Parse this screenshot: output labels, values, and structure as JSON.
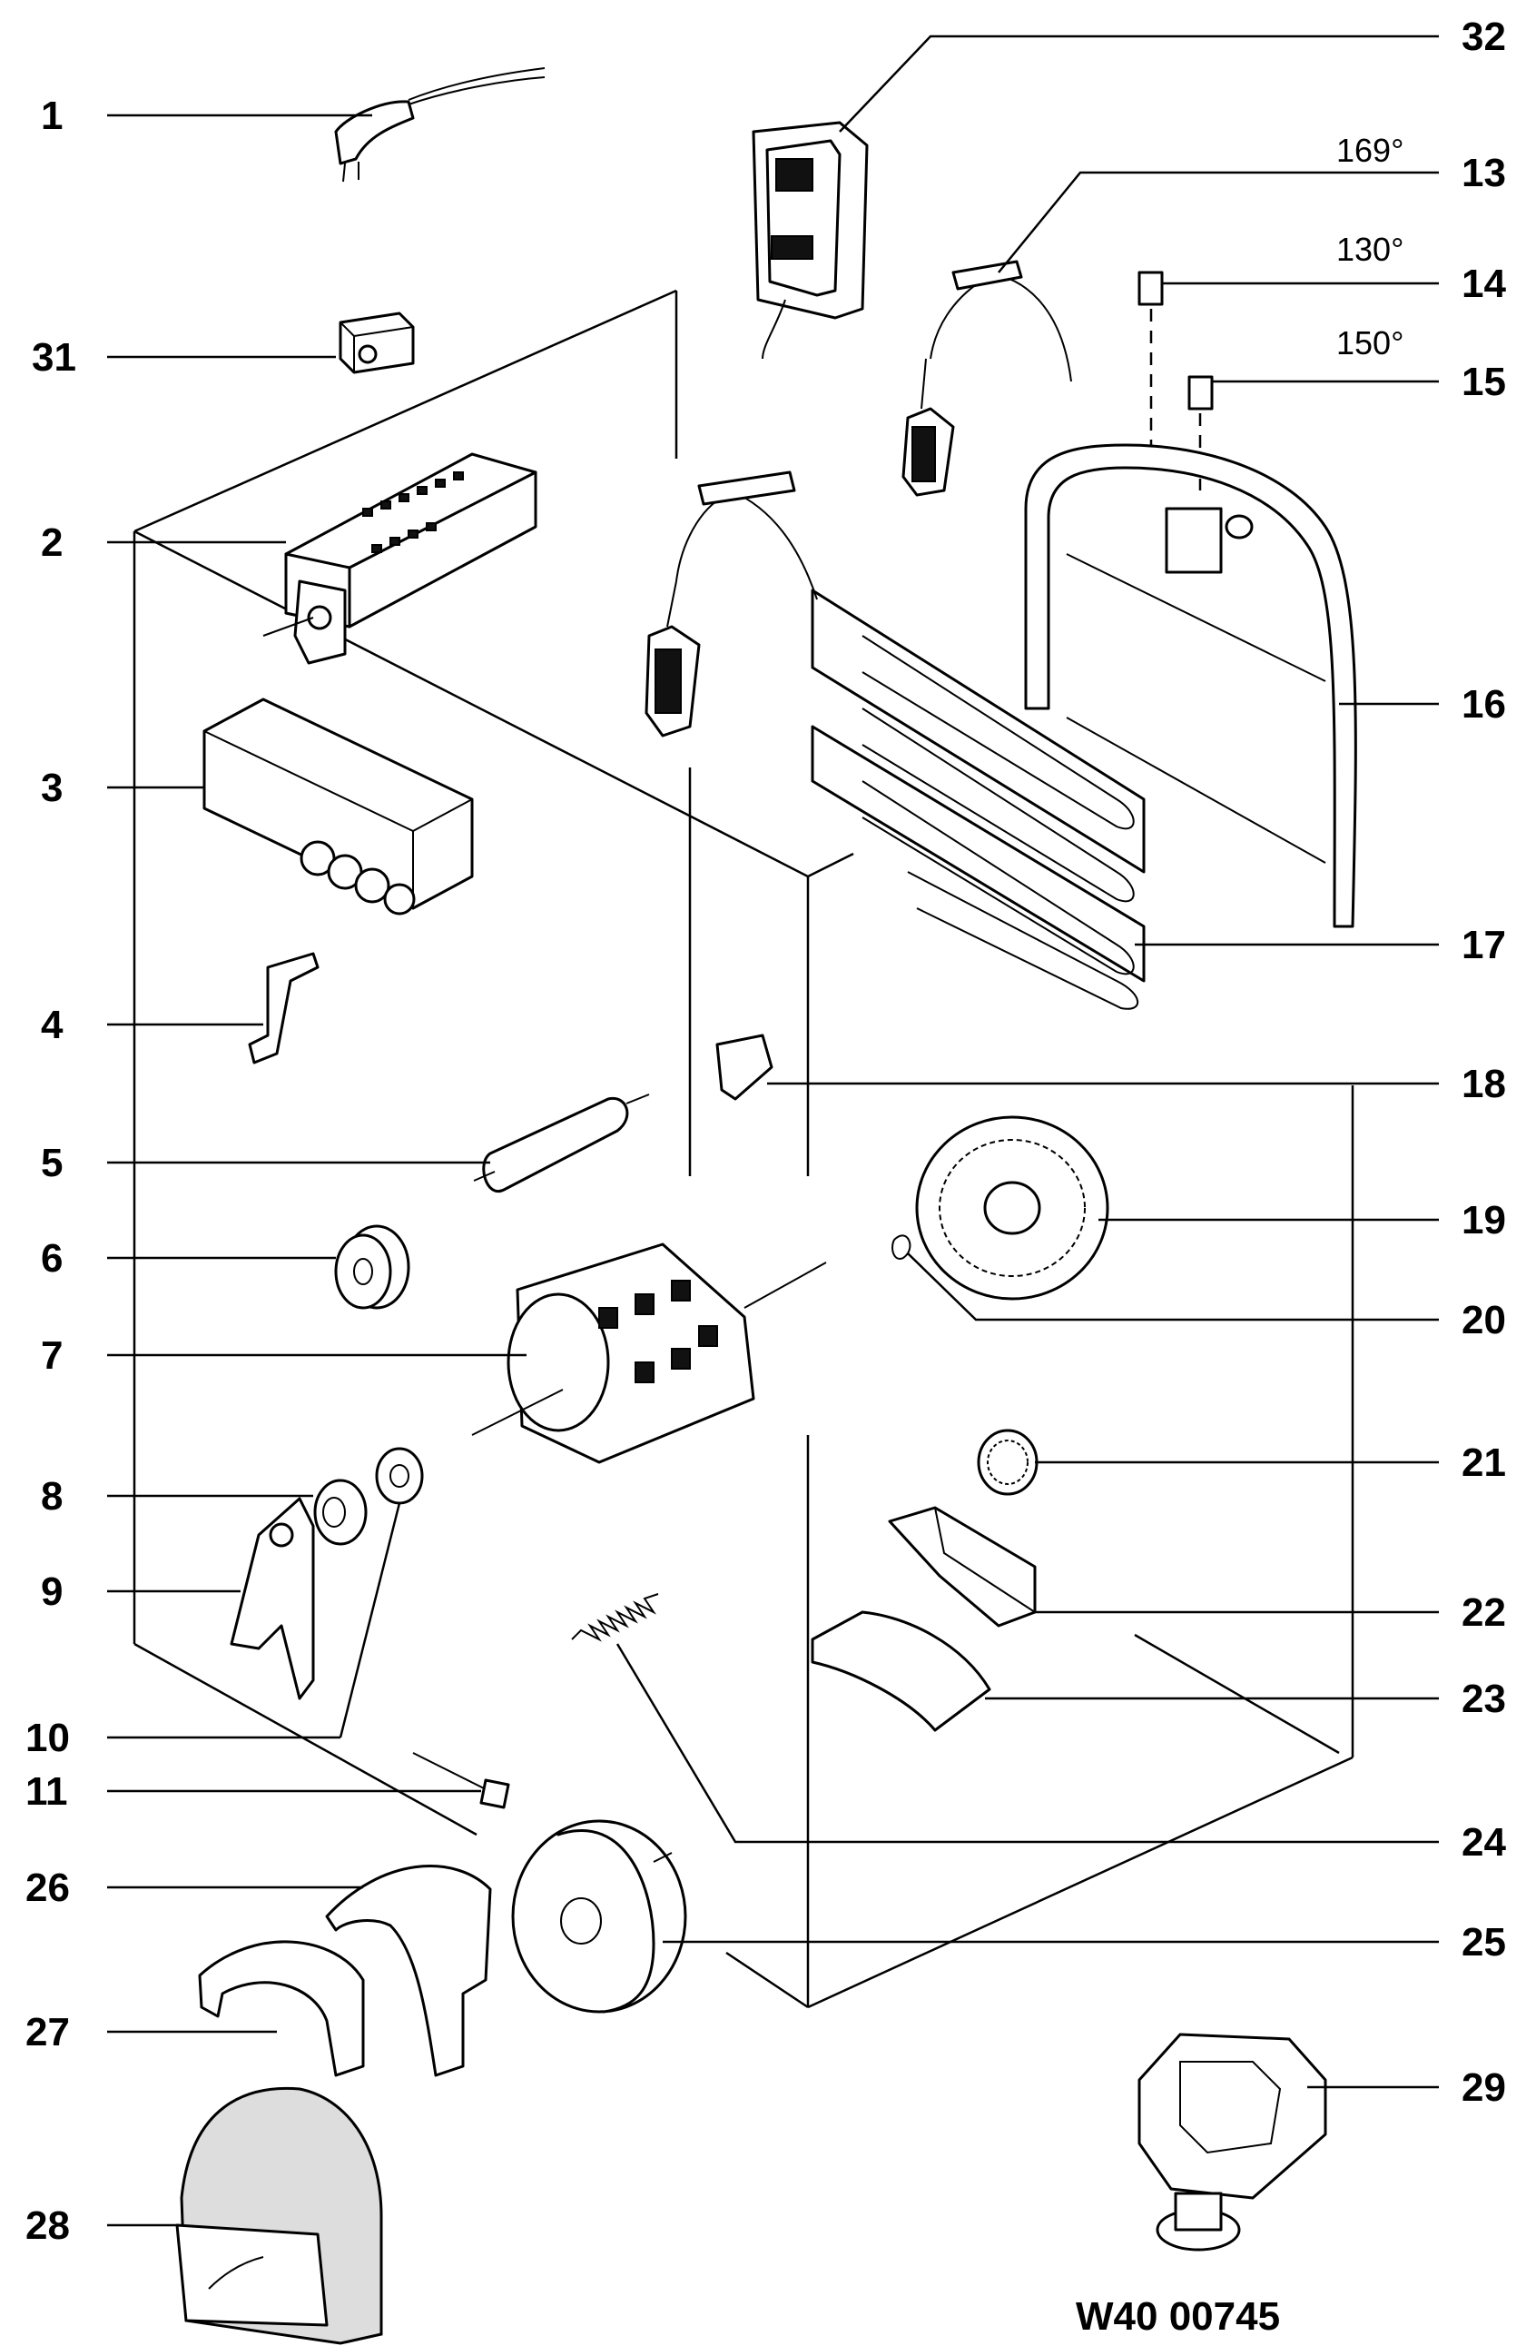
{
  "callouts": {
    "c1": "1",
    "c31": "31",
    "c2": "2",
    "c3": "3",
    "c4": "4",
    "c5": "5",
    "c6": "6",
    "c7": "7",
    "c8": "8",
    "c9": "9",
    "c10": "10",
    "c11": "11",
    "c26": "26",
    "c27": "27",
    "c28": "28",
    "c32": "32",
    "c13": "13",
    "c14": "14",
    "c15": "15",
    "c16": "16",
    "c17": "17",
    "c18": "18",
    "c19": "19",
    "c20": "20",
    "c21": "21",
    "c22": "22",
    "c23": "23",
    "c24": "24",
    "c25": "25",
    "c29": "29"
  },
  "temperatures": {
    "t13": "169°",
    "t14": "130°",
    "t15": "150°"
  },
  "drawing_code": "W40 00745"
}
